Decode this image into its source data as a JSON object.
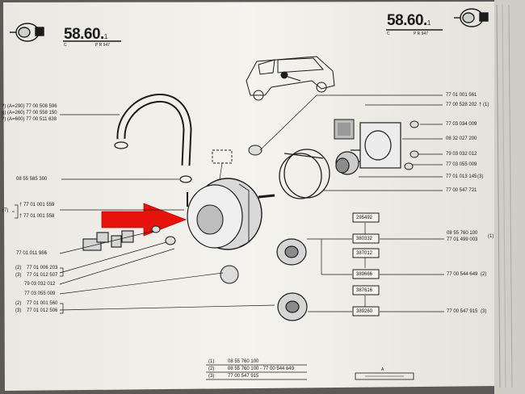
{
  "header": {
    "section_left": "58.60.",
    "section_left_sub": "1",
    "letter_left": "C",
    "pr_left": "P R 947",
    "section_right": "58.60.",
    "section_right_sub": "1",
    "letter_right": "C",
    "pr_right": "P R 947"
  },
  "left_callouts": [
    "?) (A=290)  77 00 508 596",
    "g) (A=260)  77 00 558 150",
    "?) (A=600)  77 00 511 638",
    "08 55 585 300",
    "† 77 01 001 559",
    "† 77 01 001 558",
    "77 01 011 986",
    "77 01 006 203",
    "77 01 012 507",
    "79 03 032 012",
    "77 03 055 009",
    "77 01 001 560",
    "77 01 012 506"
  ],
  "left_marks": [
    "(7)",
    "(2)",
    "(3)",
    "(2)",
    "(3)"
  ],
  "right_callouts": [
    "77 01 001 561",
    "77 00 528 202",
    "77 03 034 009",
    "08 32 027 200",
    "79 03 032 012",
    "77 03 055 009",
    "77 01 013 145",
    "77 00 547 721",
    "08 55 760 100",
    "77 01 499 003",
    "77 00 544 649",
    "77 00 547 915"
  ],
  "right_marks": [
    "† (1)",
    "(3)",
    "(1)",
    "(2)",
    "(3)"
  ],
  "boxes": [
    "295492",
    "380332",
    "387012",
    "389666",
    "387616",
    "389260"
  ],
  "legend": [
    {
      "key": "(1)",
      "value": "08 55 760 100"
    },
    {
      "key": "(2)",
      "value": "08 55 760 100 - 77 00 544 649"
    },
    {
      "key": "(3)",
      "value": "77 00 547 915"
    }
  ],
  "footer_label": "A",
  "colors": {
    "paper": "#f2f1ec",
    "ink": "#1b1b1b",
    "arrow": "#e8120c",
    "backdrop": "#5b5a58"
  }
}
